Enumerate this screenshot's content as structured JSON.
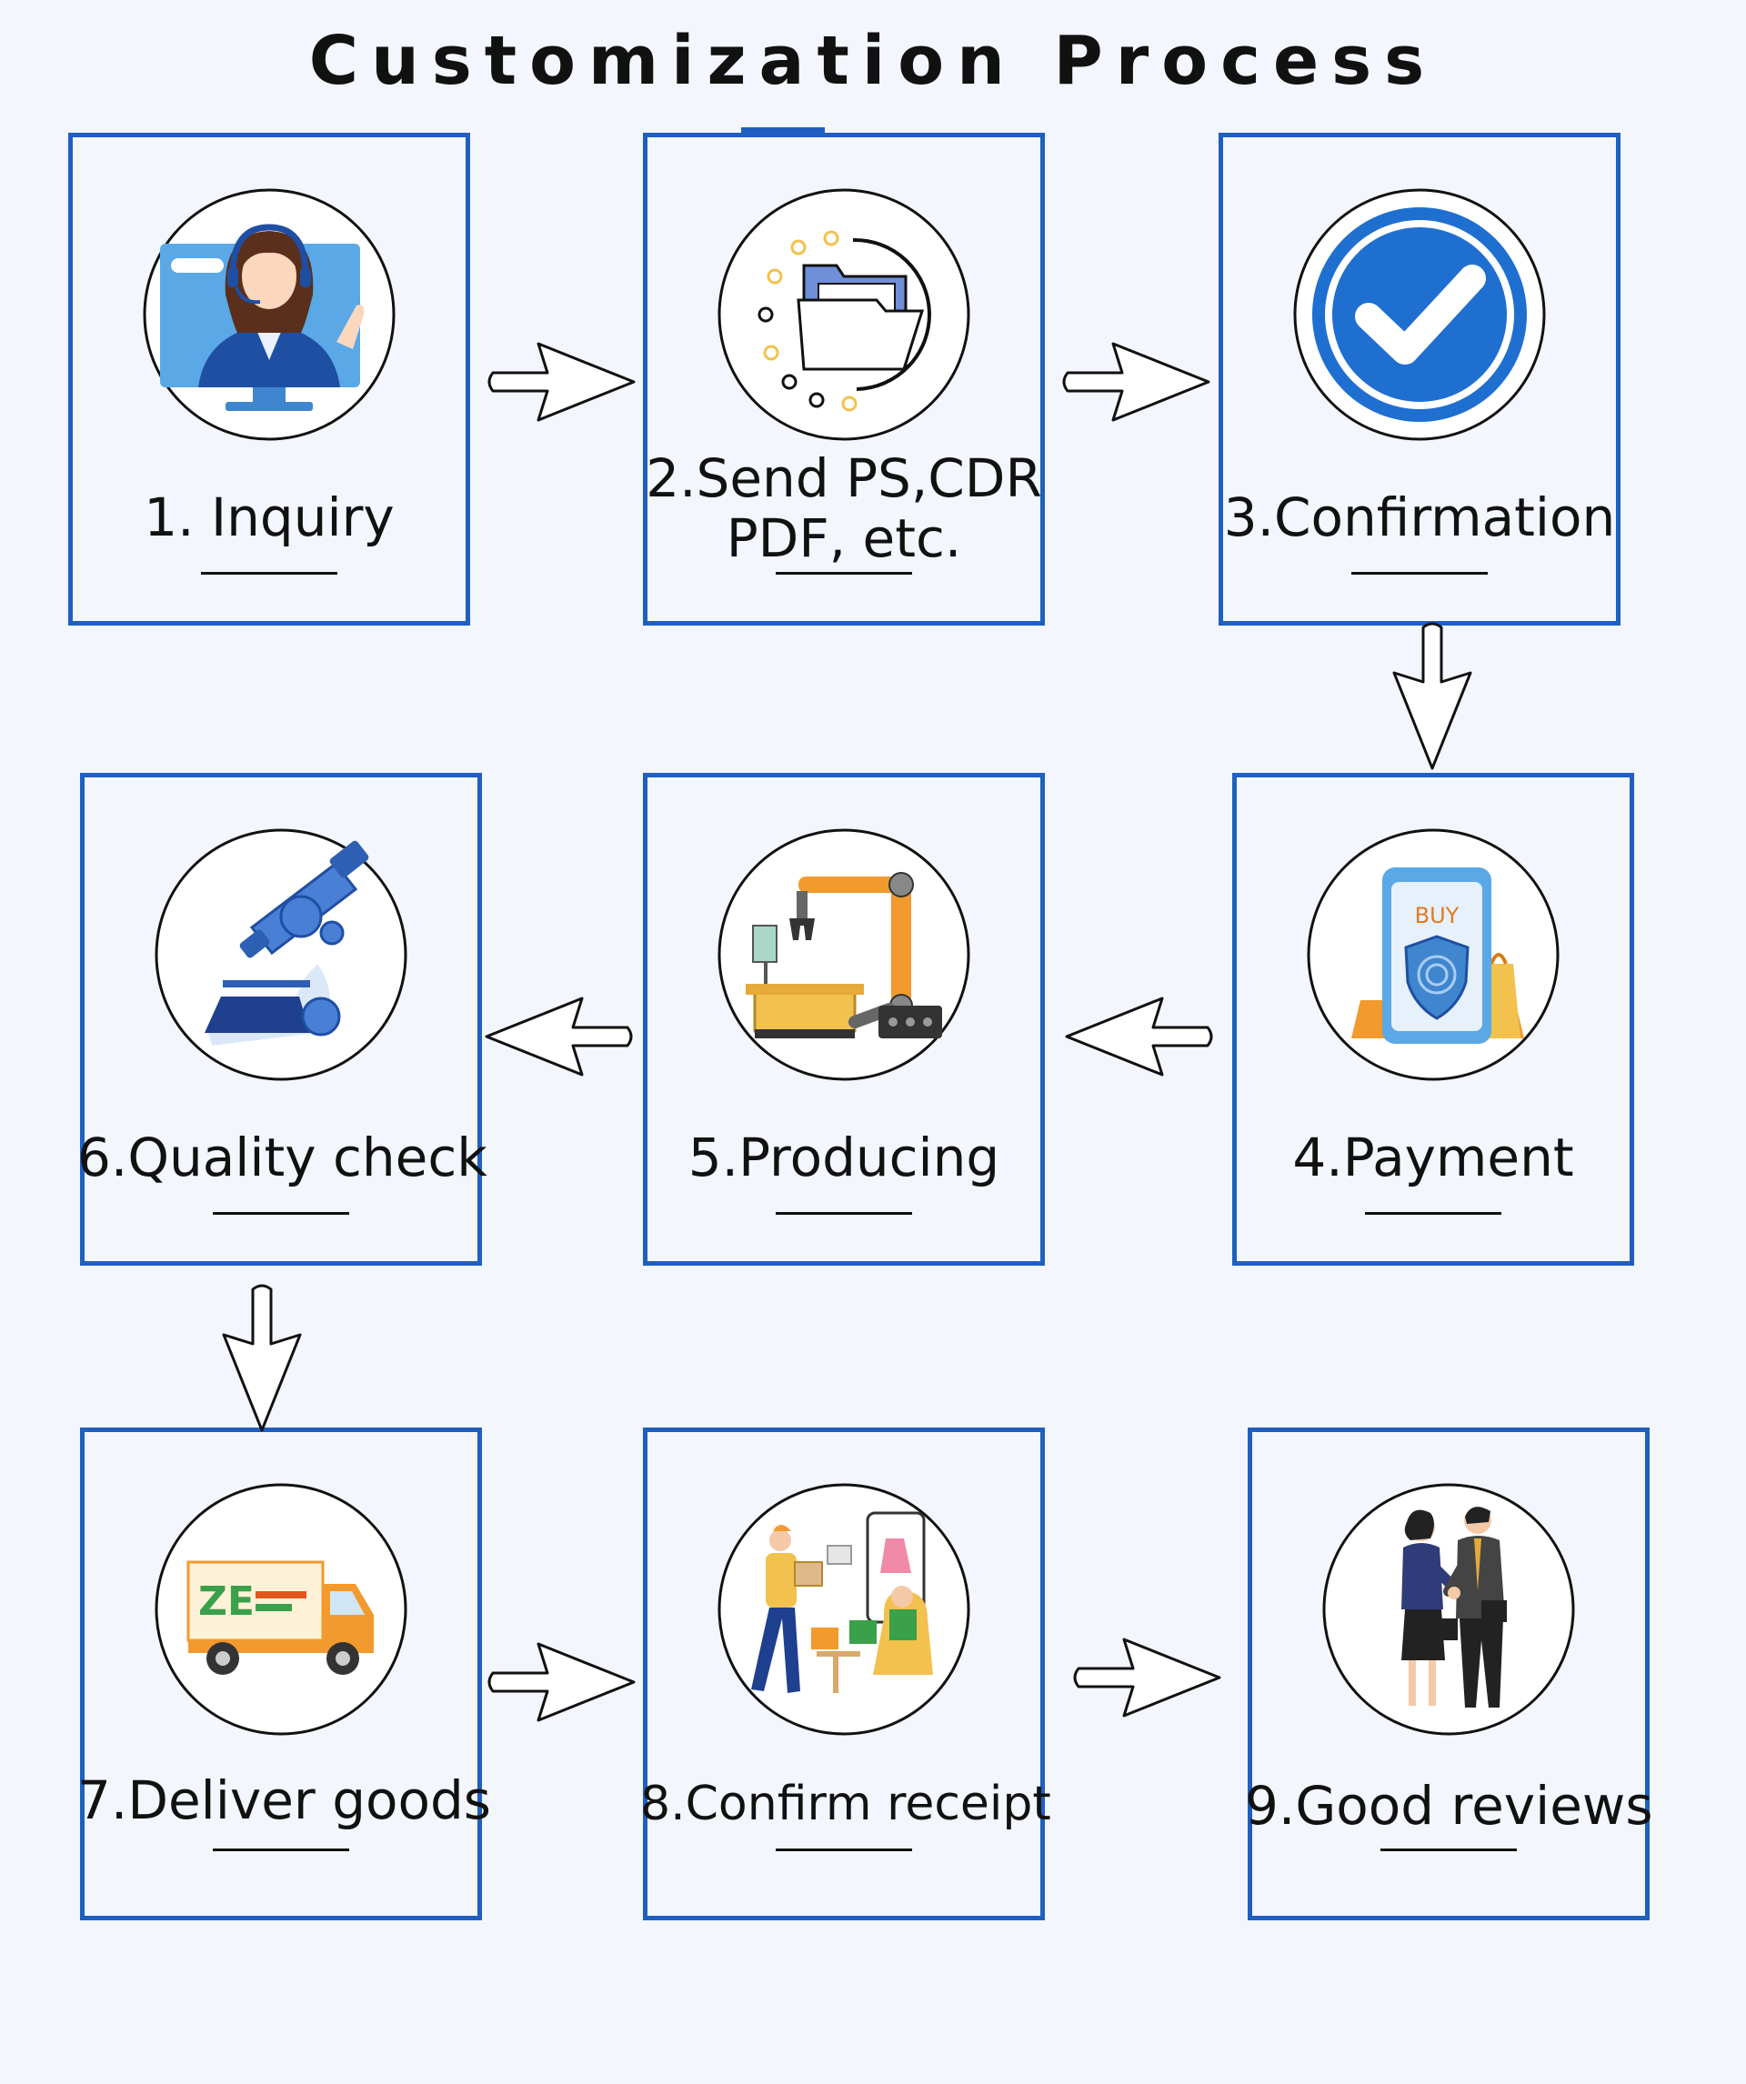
{
  "header": {
    "title": "Customization Process"
  },
  "steps": [
    {
      "label": "1. Inquiry",
      "icon": "customer-service-icon"
    },
    {
      "label": "2.Send PS,CDR\nPDF, etc.",
      "icon": "folder-icon"
    },
    {
      "label": "3.Confirmation",
      "icon": "checkmark-icon"
    },
    {
      "label": "4.Payment",
      "icon": "buy-phone-icon"
    },
    {
      "label": "5.Producing",
      "icon": "robot-arm-icon"
    },
    {
      "label": "6.Quality check",
      "icon": "microscope-icon"
    },
    {
      "label": "7.Deliver goods",
      "icon": "delivery-truck-icon"
    },
    {
      "label": "8.Confirm receipt",
      "icon": "shopping-receipt-icon"
    },
    {
      "label": "9.Good reviews",
      "icon": "handshake-icon"
    }
  ],
  "truck": {
    "logo_text": "ZE"
  },
  "phone": {
    "buy_text": "BUY"
  },
  "colors": {
    "border": "#1f5fbf",
    "accent_blue": "#1f6fd1",
    "orange": "#f29a2e",
    "yellow": "#f2c14e"
  }
}
